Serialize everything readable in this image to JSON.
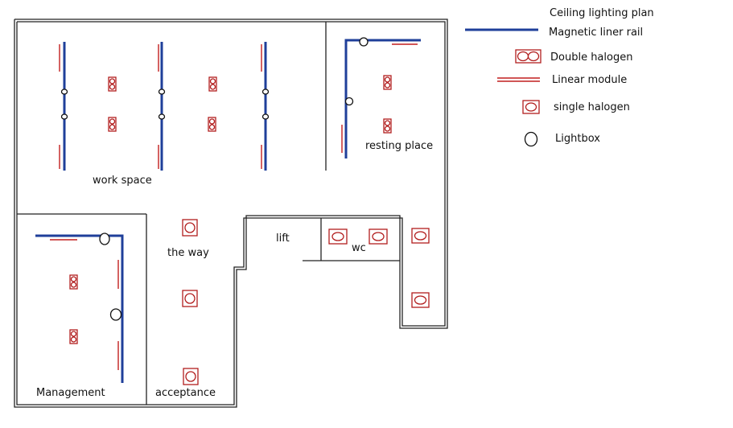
{
  "legend": {
    "title": "Ceiling lighting plan",
    "items": [
      {
        "key": "magnetic_rail",
        "label": "Magnetic liner rail"
      },
      {
        "key": "double_halogen",
        "label": "Double halogen"
      },
      {
        "key": "linear_module",
        "label": "Linear module"
      },
      {
        "key": "single_halogen",
        "label": "single halogen"
      },
      {
        "key": "lightbox",
        "label": "Lightbox"
      }
    ]
  },
  "rooms": {
    "work_space": "work space",
    "resting_place": "resting place",
    "the_way": "the way",
    "lift": "lift",
    "wc": "wc",
    "management": "Management",
    "acceptance": "acceptance"
  },
  "colors": {
    "rail_blue": "#1f3f9a",
    "fixture_red": "#b21e1e",
    "wall": "#222222"
  }
}
